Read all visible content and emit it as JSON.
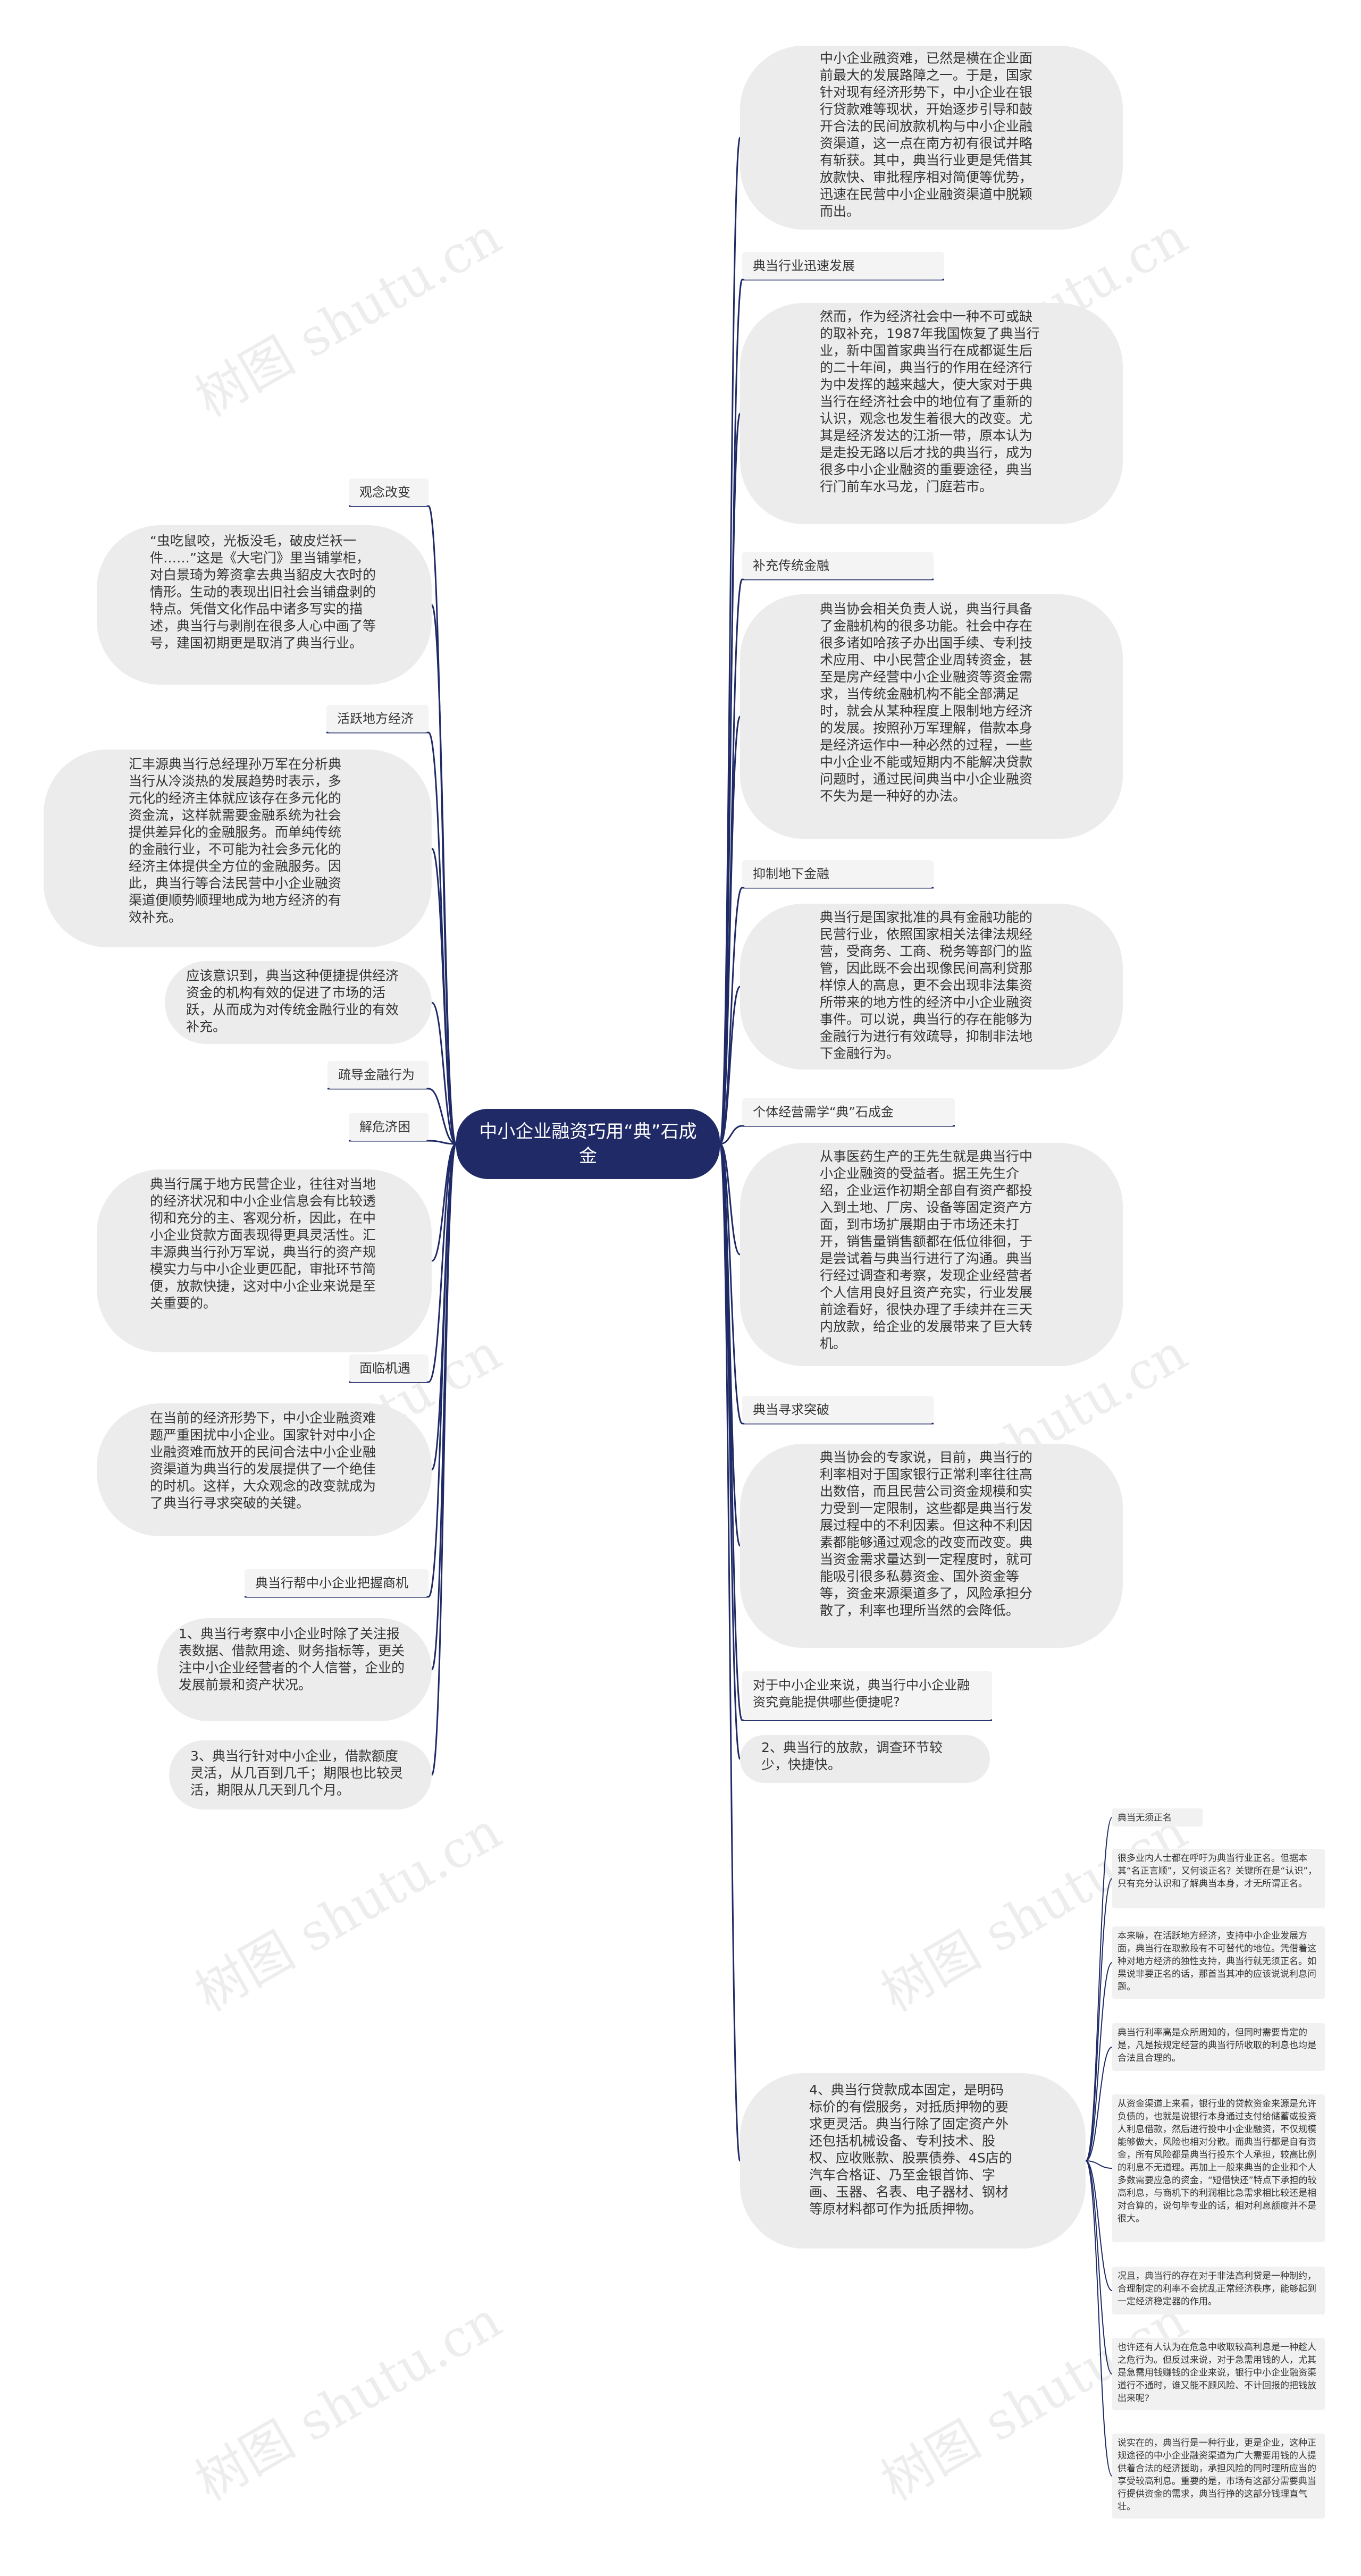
{
  "title": "中小企业融资巧用“典”石成金",
  "watermark": "树图 shutu.cn",
  "colors": {
    "center": "#1f2a66",
    "edge": "#1f2a66",
    "node_bg": "#ececec"
  },
  "right": [
    {
      "kind": "pill",
      "text": "中小企业融资难，已然是横在企业面前最大的发展路障之一。于是，国家针对现有经济形势下，中小企业在银行贷款难等现状，开始逐步引导和鼓开合法的民间放款机构与中小企业融资渠道，这一点在南方初有很试并略有斩获。其中，典当行业更是凭借其放款快、审批程序相对简便等优势，迅速在民营中小企业融资渠道中脱颖而出。"
    },
    {
      "kind": "label",
      "text": "典当行业迅速发展"
    },
    {
      "kind": "pill",
      "text": "然而，作为经济社会中一种不可或缺的取补充，1987年我国恢复了典当行业，新中国首家典当行在成都诞生后的二十年间，典当行的作用在经济行为中发挥的越来越大，使大家对于典当行在经济社会中的地位有了重新的认识，观念也发生着很大的改变。尤其是经济发达的江浙一带，原本认为是走投无路以后才找的典当行，成为很多中小企业融资的重要途径，典当行门前车水马龙，门庭若市。"
    },
    {
      "kind": "label",
      "text": "补充传统金融"
    },
    {
      "kind": "pill",
      "text": "典当协会相关负责人说，典当行具备了金融机构的很多功能。社会中存在很多诸如哈孩子办出国手续、专利技术应用、中小民营企业周转资金，甚至是房产经营中小企业融资等资金需求，当传统金融机构不能全部满足时，就会从某种程度上限制地方经济的发展。按照孙万军理解，借款本身是经济运作中一种必然的过程，一些中小企业不能或短期内不能解决贷款问题时，通过民间典当中小企业融资不失为是一种好的办法。"
    },
    {
      "kind": "label",
      "text": "抑制地下金融"
    },
    {
      "kind": "pill",
      "text": "典当行是国家批准的具有金融功能的民营行业，依照国家相关法律法规经营，受商务、工商、税务等部门的监管，因此既不会出现像民间高利贷那样惊人的高息，更不会出现非法集资所带来的地方性的经济中小企业融资事件。可以说，典当行的存在能够为金融行为进行有效疏导，抑制非法地下金融行为。"
    },
    {
      "kind": "label",
      "text": "个体经营需学“典”石成金"
    },
    {
      "kind": "pill",
      "text": "从事医药生产的王先生就是典当行中小企业融资的受益者。据王先生介绍，企业运作初期全部自有资产都投入到土地、厂房、设备等固定资产方面，到市场扩展期由于市场还未打开，销售量销售额都在低位徘徊，于是尝试着与典当行进行了沟通。典当行经过调查和考察，发现企业经营者个人信用良好且资产充实，行业发展前途看好，很快办理了手续并在三天内放款，给企业的发展带来了巨大转机。"
    },
    {
      "kind": "label",
      "text": "典当寻求突破"
    },
    {
      "kind": "pill",
      "text": "典当协会的专家说，目前，典当行的利率相对于国家银行正常利率往往高出数倍，而且民营公司资金规模和实力受到一定限制，这些都是典当行发展过程中的不利因素。但这种不利因素都能够通过观念的改变而改变。典当资金需求量达到一定程度时，就可能吸引很多私募资金、国外资金等等，资金来源渠道多了，风险承担分散了，利率也理所当然的会降低。"
    },
    {
      "kind": "label",
      "text": "对于中小企业来说，典当行中小企业融资究竟能提供哪些便捷呢?"
    },
    {
      "kind": "pill",
      "text": "2、典当行的放款，调查环节较少，快捷快。"
    },
    {
      "kind": "pill",
      "text": "4、典当行贷款成本固定，是明码标价的有偿服务，对抵质押物的要求更灵活。典当行除了固定资产外还包括机械设备、专利技术、股权、应收账款、股票债券、4S店的汽车合格证、乃至金银首饰、字画、玉器、名表、电子器材、钢材等原材料都可作为抵质押物。"
    }
  ],
  "subbranch": [
    {
      "kind": "small",
      "text": "典当无须正名"
    },
    {
      "kind": "small",
      "text": "很多业内人士都在呼吁为典当行业正名。但据本其“名正言顺”，又何谈正名？关键所在是“认识”，只有充分认识和了解典当本身，才无所谓正名。"
    },
    {
      "kind": "small",
      "text": "本来嘛，在活跃地方经济，支持中小企业发展方面，典当行在取款段有不可替代的地位。凭借着这种对地方经济的独性支持，典当行就无须正名。如果说非要正名的话，那首当其冲的应该说说利息问题。"
    },
    {
      "kind": "small",
      "text": "典当行利率高是众所周知的，但同时需要肯定的是，凡是按规定经营的典当行所收取的利息也均是合法且合理的。"
    },
    {
      "kind": "small",
      "text": "从资金渠道上来看，银行业的贷款资金来源是允许负债的，也就是说银行本身通过支付给储蓄或投资人利息借款，然后进行投中小企业融资，不仅规模能够做大，风险也相对分散。而典当行都是自有资金，所有风险都是典当行投东个人承担，较高比例的利息不无道理。再加上一般来典当的企业和个人多数需要应急的资金，“短借快还”特点下承担的较高利息，与商机下的利润相比急需求相比较还是相对合算的，说句毕专业的话，相对利息额度并不是很大。"
    },
    {
      "kind": "small",
      "text": "况且，典当行的存在对于非法高利贷是一种制约，合理制定的利率不会扰乱正常经济秩序，能够起到一定经济稳定器的作用。"
    },
    {
      "kind": "small",
      "text": "也许还有人认为在危急中收取较高利息是一种趁人之危行为。但反过来说，对于急需用钱的人，尤其是急需用钱赚钱的企业来说，银行中小企业融资渠道行不通时，谁又能不顾风险、不计回报的把钱放出来呢?"
    },
    {
      "kind": "small",
      "text": "说实在的，典当行是一种行业，更是企业，这种正规途径的中小企业融资渠道为广大需要用钱的人提供着合法的经济援助，承担风险的同时理所应当的享受较高利息。重要的是，市场有这部分需要典当行提供资金的需求，典当行挣的这部分钱理直气壮。"
    }
  ],
  "left": [
    {
      "kind": "label",
      "text": "观念改变"
    },
    {
      "kind": "pill",
      "text": "“虫吃鼠咬，光板没毛，破皮烂袄一件……”这是《大宅门》里当铺掌柜，对白景琦为筹资拿去典当貂皮大衣时的情形。生动的表现出旧社会当铺盘剥的特点。凭借文化作品中诸多写实的描述，典当行与剥削在很多人心中画了等号，建国初期更是取消了典当行业。"
    },
    {
      "kind": "label",
      "text": "活跃地方经济"
    },
    {
      "kind": "pill",
      "text": "汇丰源典当行总经理孙万军在分析典当行从冷淡热的发展趋势时表示，多元化的经济主体就应该存在多元化的资金流，这样就需要金融系统为社会提供差异化的金融服务。而单纯传统的金融行业，不可能为社会多元化的经济主体提供全方位的金融服务。因此，典当行等合法民营中小企业融资渠道便顺势顺理地成为地方经济的有效补充。"
    },
    {
      "kind": "pill",
      "text": "应该意识到，典当这种便捷提供经济资金的机构有效的促进了市场的活跃，从而成为对传统金融行业的有效补充。"
    },
    {
      "kind": "label",
      "text": "疏导金融行为"
    },
    {
      "kind": "label",
      "text": "解危济困"
    },
    {
      "kind": "pill",
      "text": "典当行属于地方民营企业，往往对当地的经济状况和中小企业信息会有比较透彻和充分的主、客观分析，因此，在中小企业贷款方面表现得更具灵活性。汇丰源典当行孙万军说，典当行的资产规模实力与中小企业更匹配，审批环节简便，放款快捷，这对中小企业来说是至关重要的。"
    },
    {
      "kind": "label",
      "text": "面临机遇"
    },
    {
      "kind": "pill",
      "text": "在当前的经济形势下，中小企业融资难题严重困扰中小企业。国家针对中小企业融资难而放开的民间合法中小企业融资渠道为典当行的发展提供了一个绝佳的时机。这样，大众观念的改变就成为了典当行寻求突破的关键。"
    },
    {
      "kind": "label",
      "text": "典当行帮中小企业把握商机"
    },
    {
      "kind": "pill",
      "text": "1、典当行考察中小企业时除了关注报表数据、借款用途、财务指标等，更关注中小企业经营者的个人信誉，企业的发展前景和资产状况。"
    },
    {
      "kind": "pill",
      "text": "3、典当行针对中小企业，借款额度灵活，从几百到几千；期限也比较灵活，期限从几天到几个月。"
    }
  ]
}
